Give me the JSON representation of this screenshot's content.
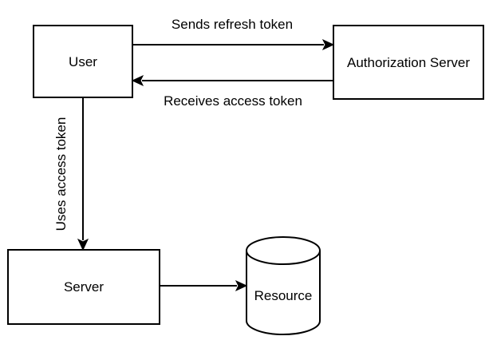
{
  "nodes": {
    "user": {
      "label": "User"
    },
    "auth_server": {
      "label": "Authorization Server"
    },
    "server": {
      "label": "Server"
    },
    "resource": {
      "label": "Resource"
    }
  },
  "edges": {
    "sends_refresh_token": {
      "label": "Sends refresh token"
    },
    "receives_access_token": {
      "label": "Receives access token"
    },
    "uses_access_token": {
      "label": "Uses access token"
    },
    "server_to_resource": {
      "label": ""
    }
  },
  "colors": {
    "stroke": "#000000",
    "fill": "#ffffff",
    "text": "#000000"
  }
}
